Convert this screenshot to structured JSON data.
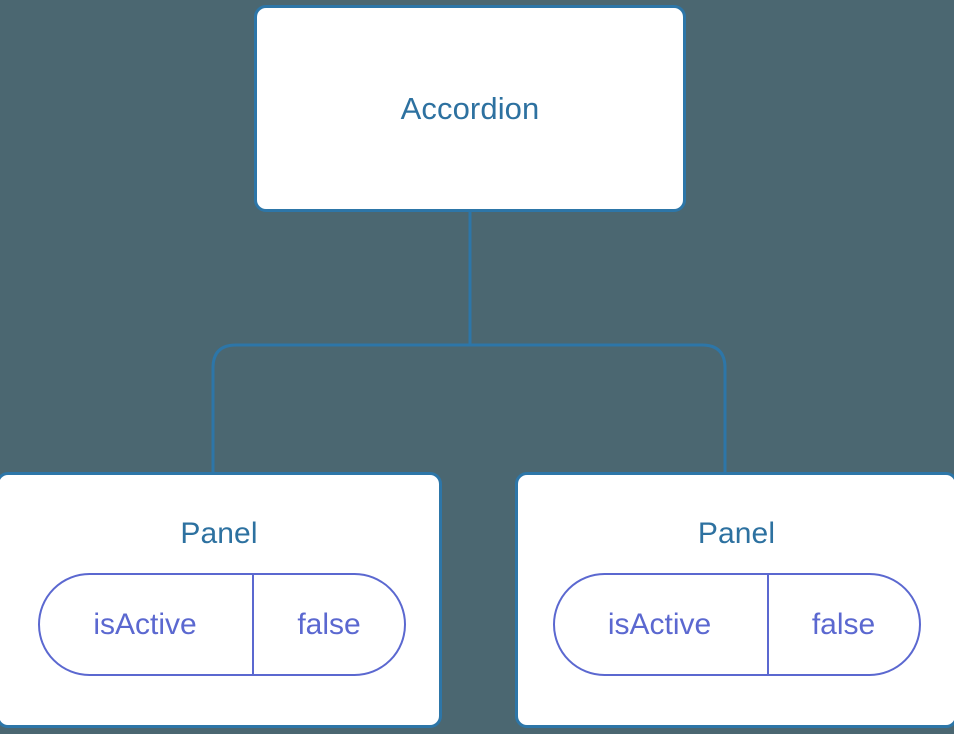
{
  "diagram": {
    "title_text": "Accordion",
    "background_color": "#4b6771",
    "node_border_color": "#2d76a8",
    "node_text_color": "#2d71a0",
    "prop_color": "#5b68d0",
    "connector_color": "#2d76a8"
  },
  "root": {
    "label": "Accordion"
  },
  "children": [
    {
      "label": "Panel",
      "props": [
        {
          "key": "isActive",
          "value": "false"
        }
      ]
    },
    {
      "label": "Panel",
      "props": [
        {
          "key": "isActive",
          "value": "false"
        }
      ]
    }
  ]
}
